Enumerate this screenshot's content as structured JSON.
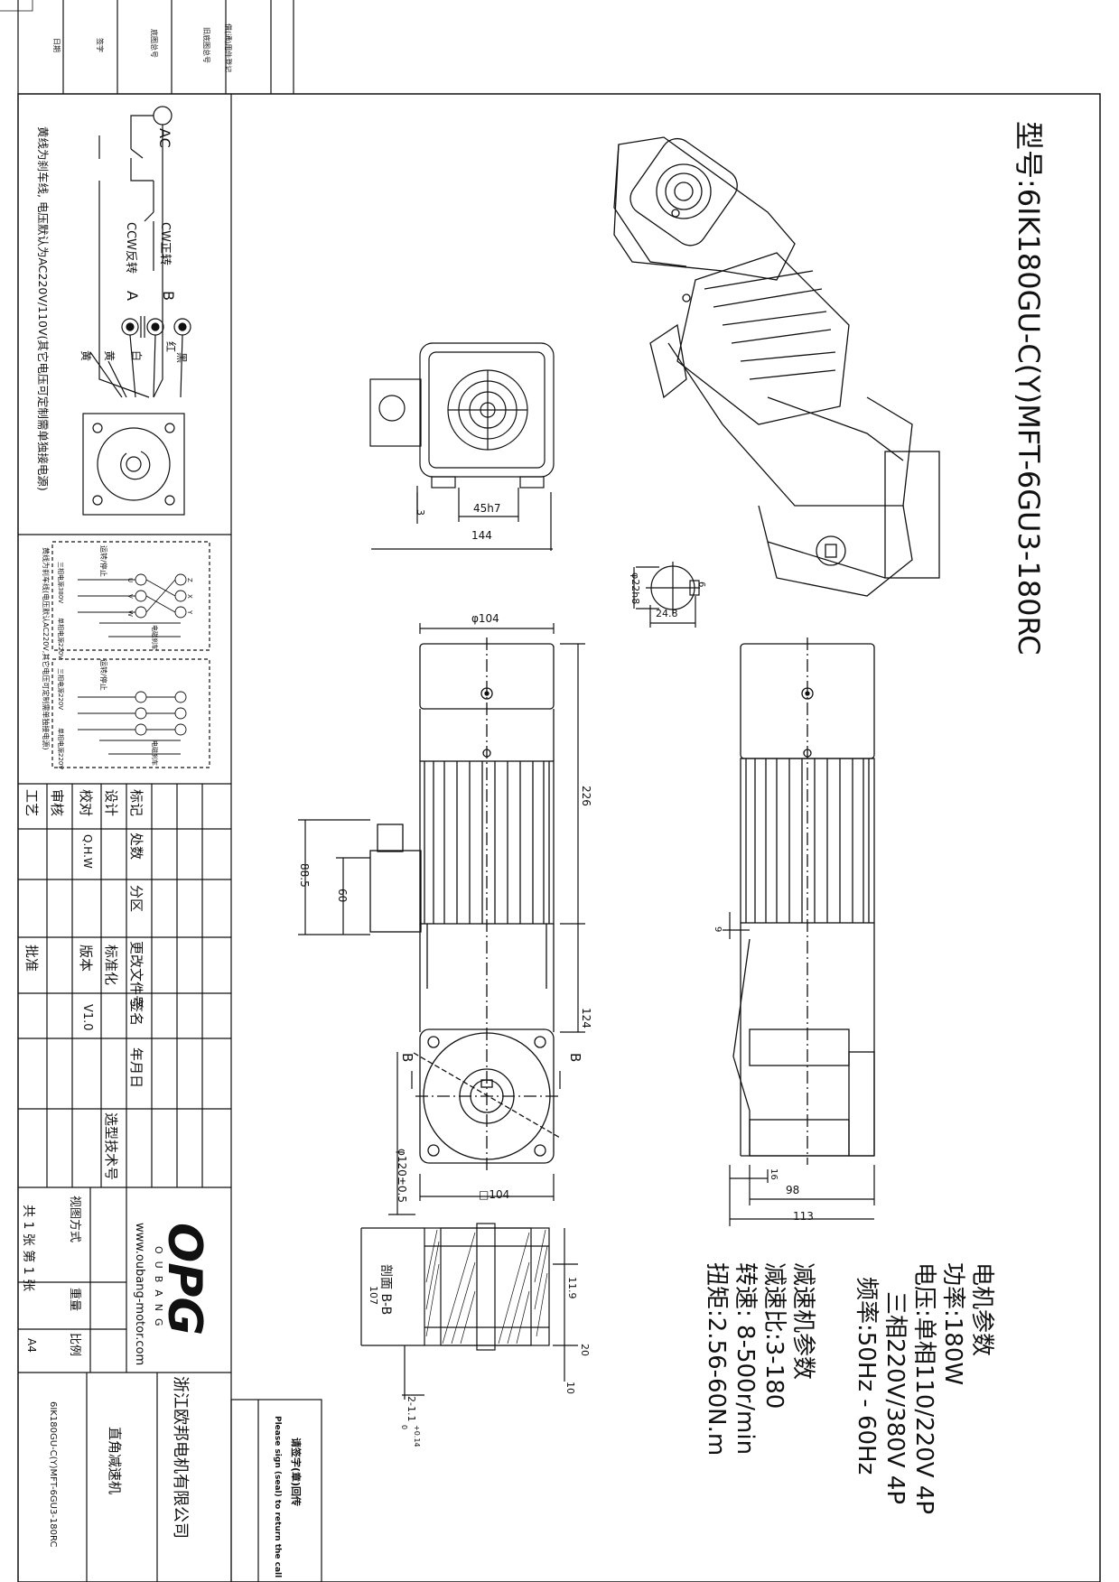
{
  "model": "型号:6IK180GU-C(Y)MFT-6GU3-180RC",
  "motor_params": {
    "heading": "电机参数",
    "power": "功率:180W",
    "voltage": "电压:单相110/220V  4P",
    "voltage_3ph": "三相220V/380V  4P",
    "frequency": "频率:50Hz - 60Hz"
  },
  "reducer_params": {
    "heading": "减速机参数",
    "ratio": "减速比:3-180",
    "speed": "转速: 8-500r/min",
    "torque": "扭矩:2.56-60N.m"
  },
  "wiring": {
    "ac_label": "AC",
    "cw_label": "CW正转",
    "ccw_label": "CCW反转",
    "terminal_b": "B",
    "terminal_a": "A",
    "wire_black": "黑",
    "wire_red": "红",
    "wire_white": "白",
    "wire_yellow1": "黄",
    "wire_yellow2": "黄",
    "note": "黄线为刹车线, 电压默认为AC220V/110V(其它电压可定制需单独接电源)"
  },
  "three_phase": {
    "note": "黄线为刹车线(电压默认AC220V,其它电压可定制需单独接电源)",
    "run_stop_1": "运转/停止",
    "run_stop_2": "运转/停止",
    "power_380": "三相电源380V",
    "power_220": "三相电源220V",
    "single_220_a": "单相电源220V",
    "single_220_b": "单相电源220V",
    "brake_a": "电磁刹车",
    "brake_b": "电磁刹车",
    "u": "U",
    "v": "V",
    "w": "W",
    "x": "X",
    "y": "Y",
    "z": "Z"
  },
  "title_block": {
    "mark": "标记",
    "count": "处数",
    "zone": "分区",
    "change_doc": "更改文件号",
    "sign": "签名",
    "date": "年月日",
    "design": "设计",
    "check": "校对",
    "review": "审核",
    "process": "工艺",
    "approve": "批准",
    "standard": "标准化",
    "version_label": "版本",
    "version": "V1.0",
    "checker": "Q.H.W",
    "selection_tech": "选型技术号",
    "projection": "视图方式",
    "weight": "重量",
    "scale": "比例",
    "sheets": "共 1 张  第 1 张",
    "paper": "A4",
    "company": "浙江欧邦电机有限公司",
    "product": "直角减速机",
    "drawing_no": "6IK180GU-C(Y)MFT-6GU3-180RC",
    "website": "www.oubang-motor.com",
    "brand": "OPG",
    "brand_sub": "OUBANG",
    "return_cn": "请签字(章)回传",
    "return_en": "Please sign (seal) to return the call"
  },
  "side_strip": {
    "c1": "借(通)用件登记",
    "c2": "旧底图总号",
    "c3": "底图总号",
    "c4": "签字",
    "c5": "日期"
  },
  "dims": {
    "d144": "144",
    "d45h7": "45h7",
    "d3": "3",
    "d104": "φ104",
    "d226": "226",
    "d88": "88.5",
    "d60": "60",
    "d124": "124",
    "d120": "φ120±0.5",
    "sq104": "□104",
    "d22": "φ22h8",
    "d248": "24.8",
    "d6": "6",
    "d9": "9",
    "d16": "16",
    "d98": "98",
    "d113": "113",
    "d119": "11.9",
    "d20": "20",
    "d10": "10",
    "d107": "107",
    "section": "剖面 B-B",
    "tol": "2-1.1",
    "tol_sup": "+0.14",
    "tol_sub": "0",
    "bl": "B",
    "br": "B"
  }
}
